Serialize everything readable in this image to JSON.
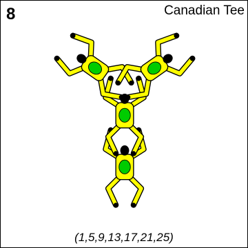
{
  "card": {
    "number": "8",
    "name": "Canadian Tee",
    "sequence": "(1,5,9,13,17,21,25)"
  },
  "colors": {
    "limb": "#ffff00",
    "torso": "#00cc00",
    "outline": "#000000",
    "hand": "#000000"
  }
}
